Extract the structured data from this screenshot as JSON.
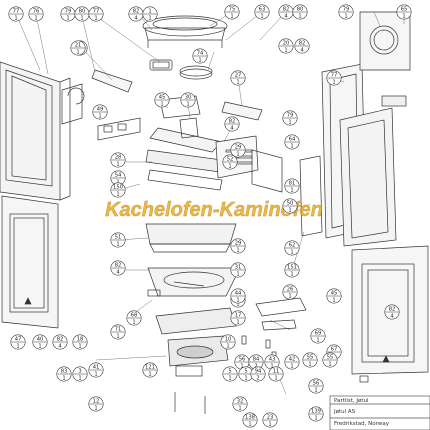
{
  "watermark": {
    "text": "Kachelofen-Kaminofen",
    "color": "#e8a81a"
  },
  "title_block": {
    "title": "Partlist, Jøtul",
    "company": "Jøtul AS",
    "address": "Fredrikstad, Norway"
  },
  "callouts": [
    {
      "num": "77",
      "qty": "1"
    },
    {
      "num": "76",
      "qty": "1"
    },
    {
      "num": "79",
      "qty": "1"
    },
    {
      "num": "80",
      "qty": "1"
    },
    {
      "num": "77",
      "qty": "1"
    },
    {
      "num": "82",
      "qty": "4"
    },
    {
      "num": "1",
      "qty": "1"
    },
    {
      "num": "75",
      "qty": "1"
    },
    {
      "num": "63",
      "qty": "1"
    },
    {
      "num": "82",
      "qty": "4"
    },
    {
      "num": "80",
      "qty": "1"
    },
    {
      "num": "79",
      "qty": "1"
    },
    {
      "num": "65",
      "qty": "1"
    },
    {
      "num": "73",
      "qty": "1"
    },
    {
      "num": "20",
      "qty": "1"
    },
    {
      "num": "82",
      "qty": "4"
    },
    {
      "num": "21",
      "qty": "1"
    },
    {
      "num": "77",
      "qty": "1"
    },
    {
      "num": "27",
      "qty": "1"
    },
    {
      "num": "74",
      "qty": "1"
    },
    {
      "num": "45",
      "qty": "1"
    },
    {
      "num": "30",
      "qty": "1"
    },
    {
      "num": "49",
      "qty": "1"
    },
    {
      "num": "82",
      "qty": "4"
    },
    {
      "num": "29",
      "qty": "1"
    },
    {
      "num": "79",
      "qty": "1"
    },
    {
      "num": "54",
      "qty": "1"
    },
    {
      "num": "28",
      "qty": "1"
    },
    {
      "num": "64",
      "qty": "1"
    },
    {
      "num": "52",
      "qty": "1"
    },
    {
      "num": "81",
      "qty": "1"
    },
    {
      "num": "150",
      "qty": "1"
    },
    {
      "num": "50",
      "qty": "1"
    },
    {
      "num": "62",
      "qty": "1"
    },
    {
      "num": "51",
      "qty": "1"
    },
    {
      "num": "82",
      "qty": "4"
    },
    {
      "num": "29",
      "qty": "1"
    },
    {
      "num": "31",
      "qty": "1"
    },
    {
      "num": "151",
      "qty": "1"
    },
    {
      "num": "15",
      "qty": "1"
    },
    {
      "num": "44",
      "qty": "1"
    },
    {
      "num": "26",
      "qty": "1"
    },
    {
      "num": "45",
      "qty": "1"
    },
    {
      "num": "68",
      "qty": "1"
    },
    {
      "num": "71",
      "qty": "1"
    },
    {
      "num": "17",
      "qty": "1"
    },
    {
      "num": "82",
      "qty": "4"
    },
    {
      "num": "67",
      "qty": "1"
    },
    {
      "num": "47",
      "qty": "1"
    },
    {
      "num": "40",
      "qty": "1"
    },
    {
      "num": "82",
      "qty": "4"
    },
    {
      "num": "18",
      "qty": "1"
    },
    {
      "num": "41",
      "qty": "1"
    },
    {
      "num": "10",
      "qty": "1"
    },
    {
      "num": "56",
      "qty": "1"
    },
    {
      "num": "55",
      "qty": "1"
    },
    {
      "num": "69",
      "qty": "1"
    },
    {
      "num": "42",
      "qty": "1"
    },
    {
      "num": "43",
      "qty": "1"
    },
    {
      "num": "84",
      "qty": "2"
    },
    {
      "num": "83",
      "qty": "1"
    },
    {
      "num": "3",
      "qty": "1"
    },
    {
      "num": "121",
      "qty": "1"
    },
    {
      "num": "5",
      "qty": "1"
    },
    {
      "num": "5",
      "qty": "1"
    },
    {
      "num": "94",
      "qty": "2"
    },
    {
      "num": "11",
      "qty": "1"
    },
    {
      "num": "56",
      "qty": "1"
    },
    {
      "num": "55",
      "qty": "1"
    },
    {
      "num": "12",
      "qty": "1"
    },
    {
      "num": "32",
      "qty": "1"
    },
    {
      "num": "139",
      "qty": "1"
    },
    {
      "num": "138",
      "qty": "1"
    },
    {
      "num": "23",
      "qty": "1"
    }
  ]
}
